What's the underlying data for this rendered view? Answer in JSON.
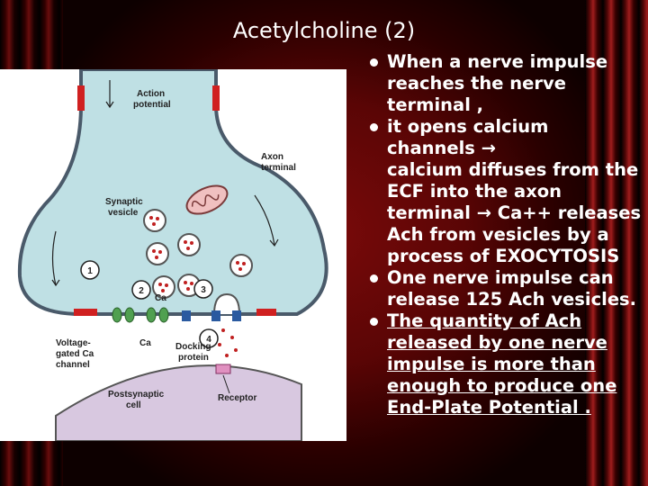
{
  "slide": {
    "title": "Acetylcholine (2)",
    "bullets": [
      {
        "text": "When a nerve impulse reaches the nerve terminal ,"
      },
      {
        "text": "it opens calcium channels →"
      },
      {
        "text": "calcium diffuses from the ECF into the axon terminal → Ca++ releases Ach from vesicles by a process of EXOCYTOSIS"
      },
      {
        "text": "One nerve impulse can release 125 Ach vesicles."
      },
      {
        "text": "The quantity of Ach released by one nerve impulse is more than enough to produce one End-Plate Potential ."
      }
    ]
  },
  "figure": {
    "labels": {
      "action_potential_1": "Action",
      "action_potential_2": "potential",
      "axon_terminal_1": "Axon",
      "axon_terminal_2": "terminal",
      "synaptic_vesicle_1": "Synaptic",
      "synaptic_vesicle_2": "vesicle",
      "step1": "1",
      "step2": "2",
      "step3": "3",
      "step4": "4",
      "ca_top": "Ca",
      "ca_bottom": "Ca",
      "voltage_1": "Voltage-",
      "voltage_2": "gated Ca",
      "voltage_3": "channel",
      "docking_1": "Docking",
      "docking_2": "protein",
      "receptor": "Receptor",
      "postsynaptic_1": "Postsynaptic",
      "postsynaptic_2": "cell"
    }
  }
}
